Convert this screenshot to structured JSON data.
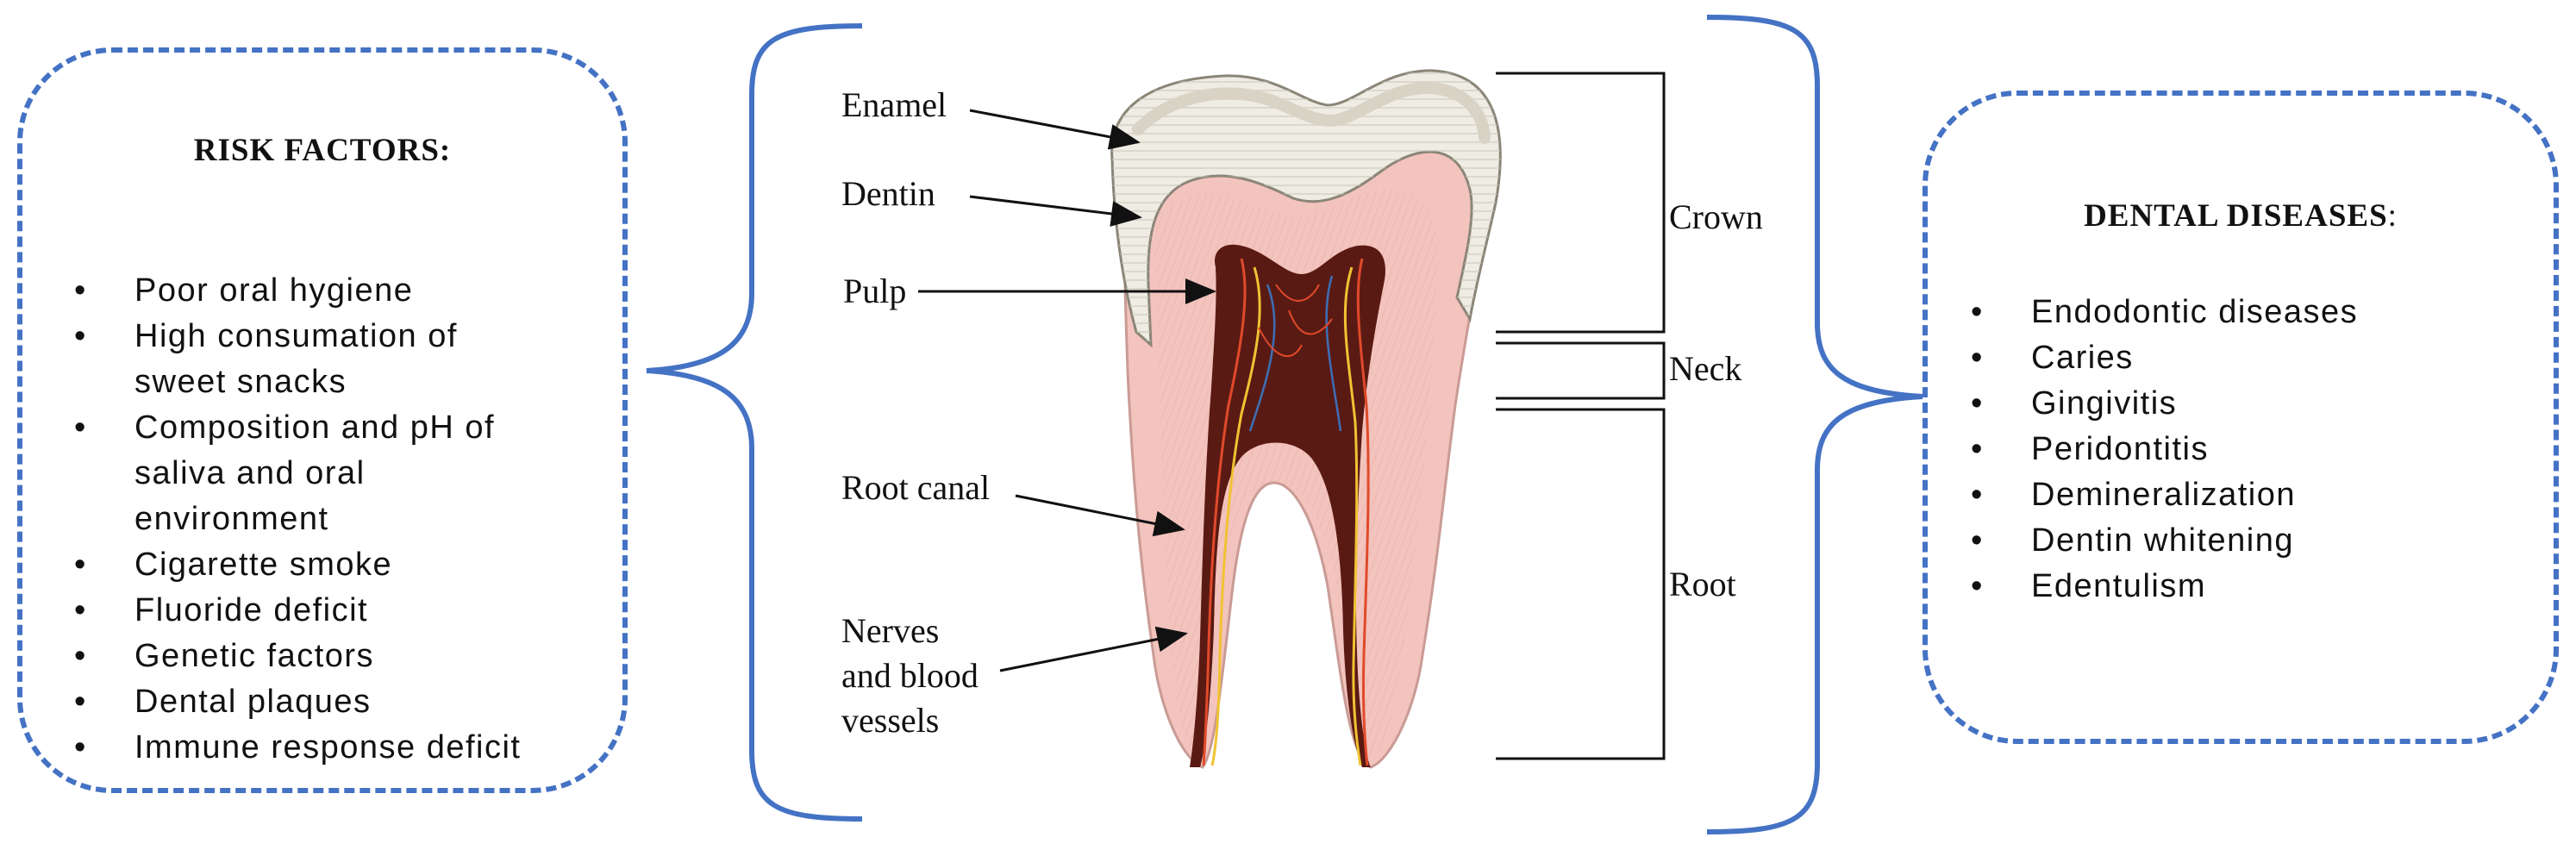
{
  "risk_factors": {
    "title": "RISK FACTORS:",
    "items": [
      [
        "Poor oral hygiene"
      ],
      [
        "High consumation of",
        "sweet snacks"
      ],
      [
        "Composition and pH of",
        "saliva and oral",
        "environment"
      ],
      [
        "Cigarette smoke"
      ],
      [
        "Fluoride deficit"
      ],
      [
        "Genetic factors"
      ],
      [
        "Dental plaques"
      ],
      [
        "Immune response deficit"
      ]
    ]
  },
  "dental_diseases": {
    "title": "DENTAL DISEASES",
    "title_suffix": ":",
    "items": [
      "Endodontic diseases",
      "Caries",
      "Gingivitis",
      "Peridontitis",
      "Demineralization",
      "Dentin whitening",
      "Edentulism"
    ]
  },
  "tooth_labels": {
    "enamel": "Enamel",
    "dentin": "Dentin",
    "pulp": "Pulp",
    "root_canal": "Root canal",
    "nerves": [
      "Nerves",
      "and blood",
      "vessels"
    ]
  },
  "tooth_regions": {
    "crown": "Crown",
    "neck": "Neck",
    "root": "Root"
  },
  "colors": {
    "dashed_border": "#4472c4",
    "brace": "#4472c4",
    "pulp": "#5a1a14",
    "dentin": "#f3c3bd",
    "enamel": "#efece4"
  }
}
